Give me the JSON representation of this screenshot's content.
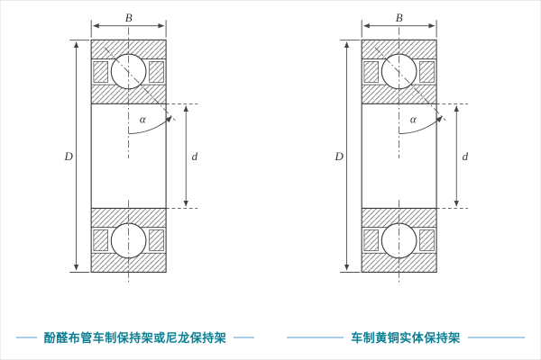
{
  "figures": [
    {
      "caption": "酚醛布管车制保持架或尼龙保持架",
      "labels": {
        "width": "B",
        "outer_diameter": "D",
        "bore_diameter": "d",
        "contact_angle": "α"
      }
    },
    {
      "caption": "车制黄铜实体保持架",
      "labels": {
        "width": "B",
        "outer_diameter": "D",
        "bore_diameter": "d",
        "contact_angle": "α"
      }
    }
  ],
  "colors": {
    "caption_text": "#0b7e93",
    "caption_rule": "#a9cde6",
    "drawing_line": "#3a3a3a"
  }
}
